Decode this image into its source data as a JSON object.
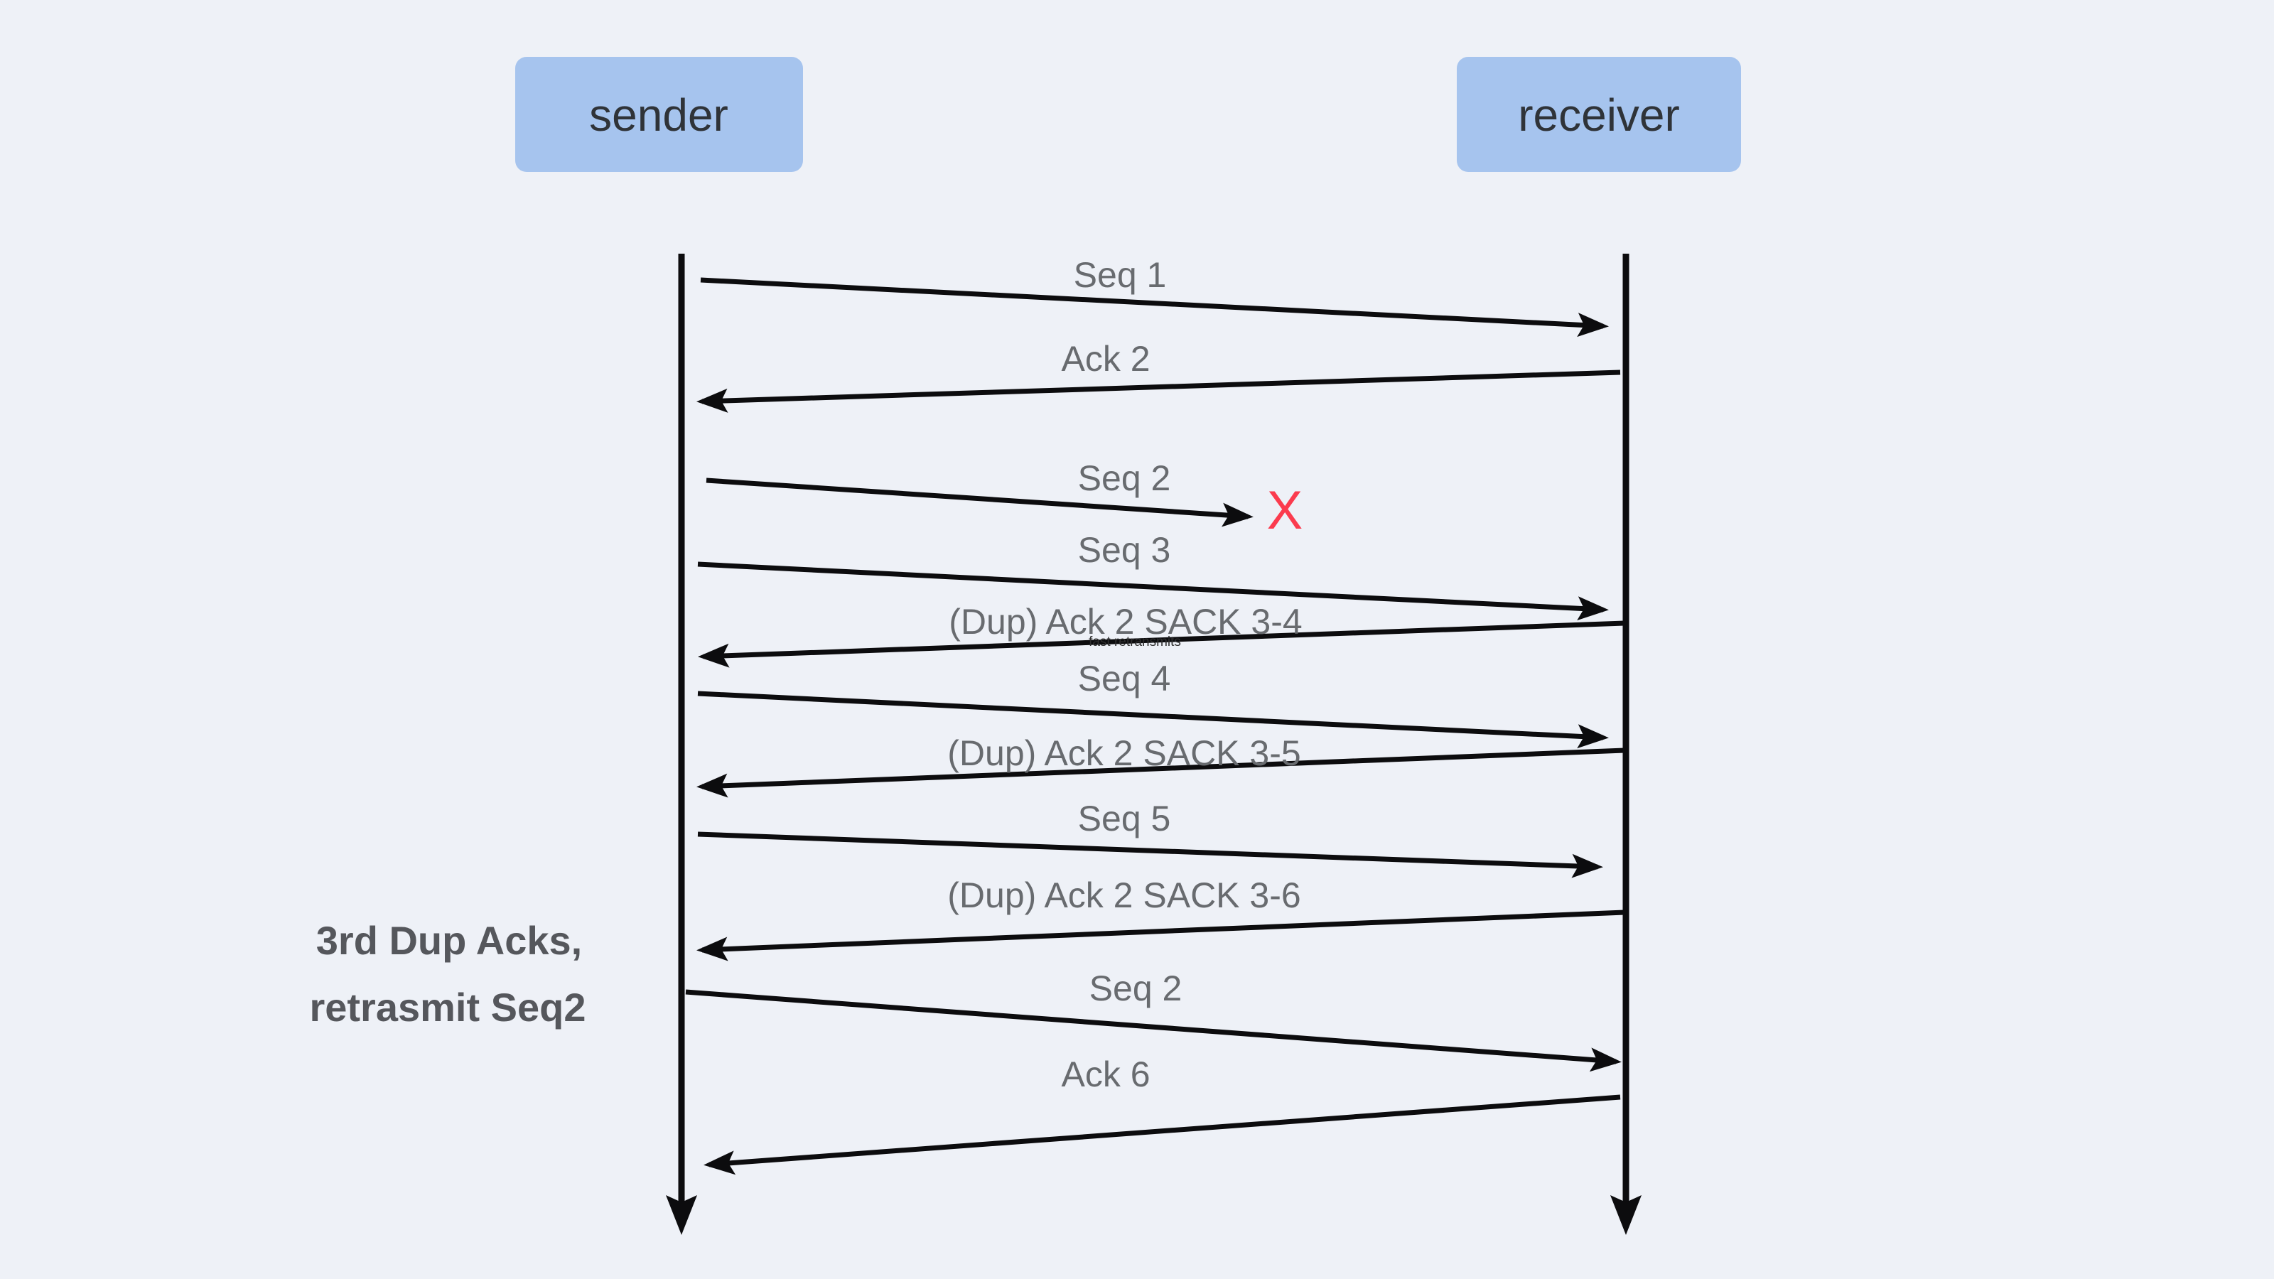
{
  "diagram": {
    "actors": [
      {
        "id": "sender",
        "label": "sender"
      },
      {
        "id": "receiver",
        "label": "receiver"
      }
    ],
    "messages": [
      {
        "label": "Seq 1",
        "from": "sender",
        "to": "receiver",
        "status": "delivered"
      },
      {
        "label": "Ack 2",
        "from": "receiver",
        "to": "sender",
        "status": "delivered"
      },
      {
        "label": "Seq 2",
        "from": "sender",
        "to": "receiver",
        "status": "lost",
        "loss_marker": "X"
      },
      {
        "label": "Seq 3",
        "from": "sender",
        "to": "receiver",
        "status": "delivered"
      },
      {
        "label": "(Dup) Ack 2 SACK 3-4",
        "from": "receiver",
        "to": "sender",
        "status": "delivered",
        "note": "fast retransmits"
      },
      {
        "label": "Seq 4",
        "from": "sender",
        "to": "receiver",
        "status": "delivered"
      },
      {
        "label": "(Dup) Ack 2 SACK 3-5",
        "from": "receiver",
        "to": "sender",
        "status": "delivered"
      },
      {
        "label": "Seq 5",
        "from": "sender",
        "to": "receiver",
        "status": "delivered"
      },
      {
        "label": "(Dup) Ack 2 SACK 3-6",
        "from": "receiver",
        "to": "sender",
        "status": "delivered"
      },
      {
        "label": "Seq 2",
        "from": "sender",
        "to": "receiver",
        "status": "retransmission"
      },
      {
        "label": "Ack 6",
        "from": "receiver",
        "to": "sender",
        "status": "delivered"
      }
    ],
    "annotation": {
      "line1": "3rd Dup Acks,",
      "line2": "retrasmit Seq2"
    },
    "colors": {
      "background": "#eef1f7",
      "actor_fill": "#a6c4ee",
      "actor_text": "#2f3338",
      "line": "#0c0c0e",
      "message_label": "#686b6f",
      "annotation": "#55575c",
      "loss_x": "#fb3b4e"
    }
  }
}
